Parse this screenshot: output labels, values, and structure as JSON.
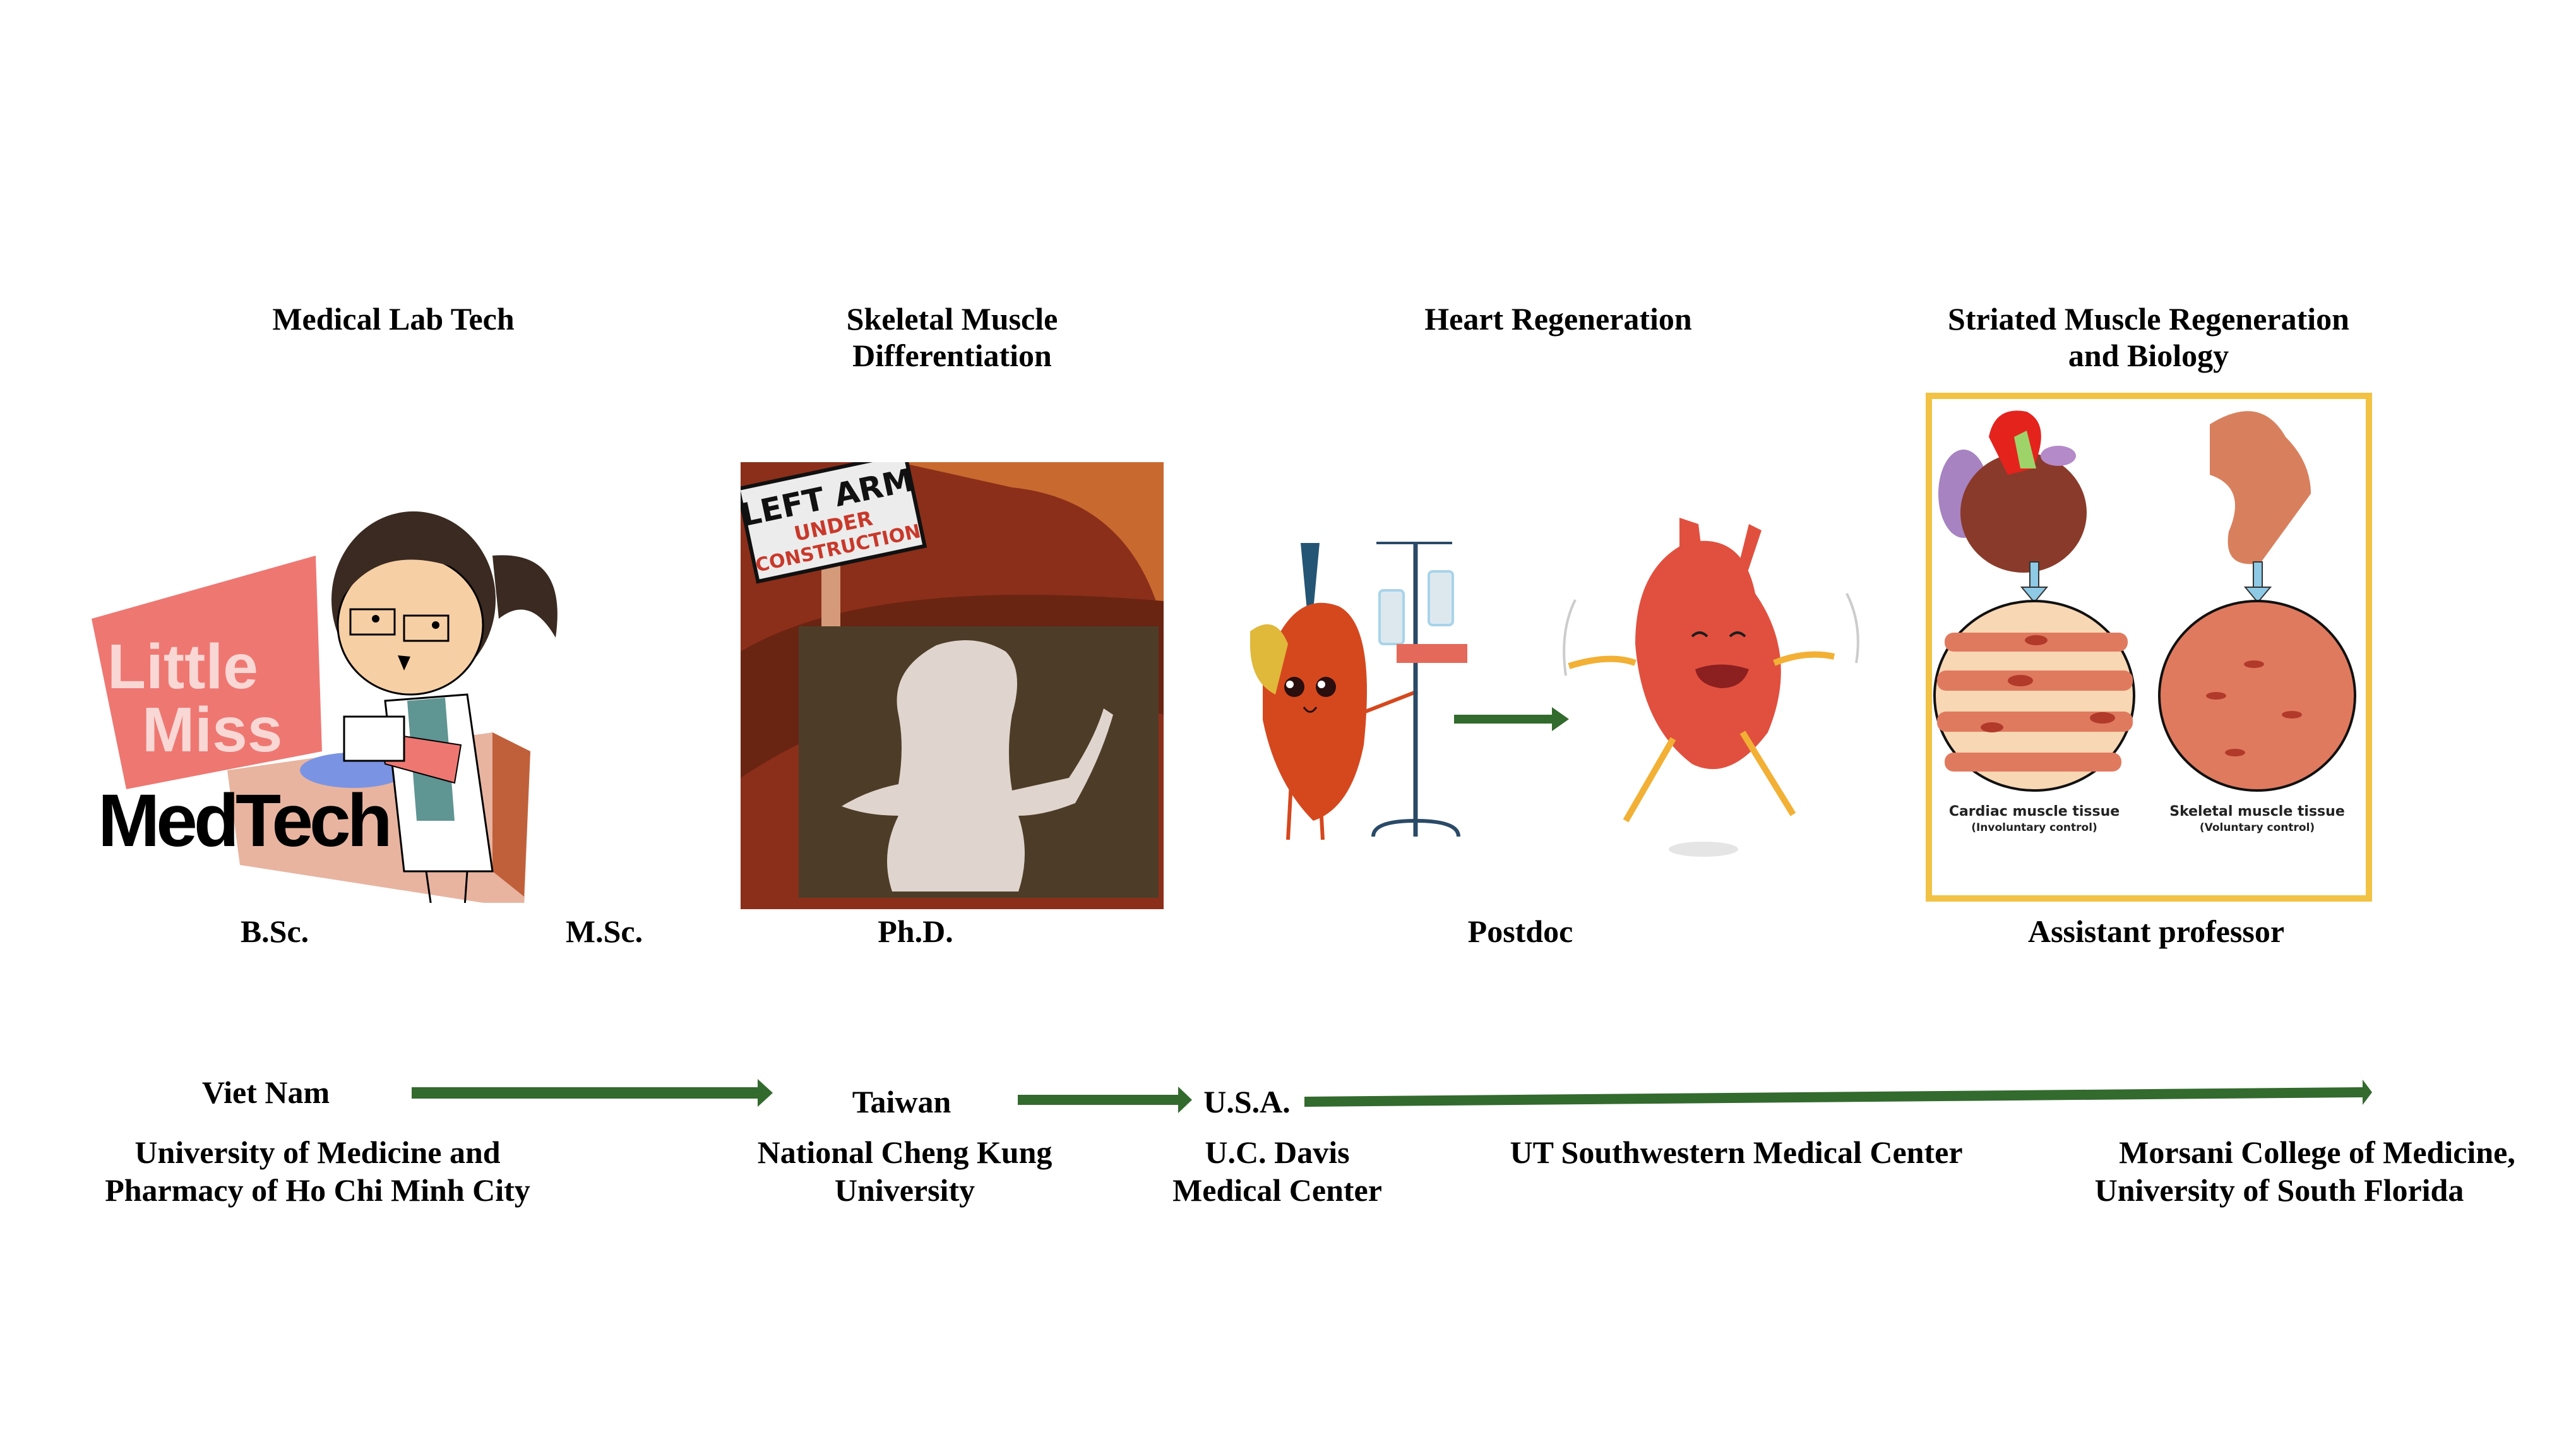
{
  "stages": [
    {
      "topic": "Medical Lab Tech",
      "topic_line2": ""
    },
    {
      "topic": "Skeletal Muscle",
      "topic_line2": "Differentiation"
    },
    {
      "topic": "Heart Regeneration",
      "topic_line2": ""
    },
    {
      "topic": "Striated Muscle Regeneration",
      "topic_line2": "and Biology"
    }
  ],
  "degrees": [
    "B.Sc.",
    "M.Sc.",
    "Ph.D.",
    "Postdoc",
    "Assistant professor"
  ],
  "countries": [
    "Viet Nam",
    "Taiwan",
    "U.S.A."
  ],
  "institutions": [
    {
      "line1": "University of Medicine and",
      "line2": "Pharmacy of Ho Chi Minh City"
    },
    {
      "line1": "National Cheng Kung",
      "line2": "University"
    },
    {
      "line1": "U.C. Davis",
      "line2": "Medical Center"
    },
    {
      "line1": "UT Southwestern Medical Center",
      "line2": ""
    },
    {
      "line1": "Morsani College of Medicine,",
      "line2": "University of South Florida"
    }
  ],
  "images": {
    "medtech": {
      "line1": "Little",
      "line2": "Miss",
      "line3": "MedTech"
    },
    "left_arm_sign": {
      "line1": "LEFT ARM",
      "line2": "UNDER",
      "line3": "CONSTRUCTION"
    },
    "muscle_box": {
      "cardiac_label": "Cardiac muscle tissue",
      "cardiac_sub": "(Involuntary control)",
      "skeletal_label": "Skeletal muscle tissue",
      "skeletal_sub": "(Voluntary control)"
    }
  },
  "colors": {
    "arrow": "#336a2e",
    "box_border": "#f2c244",
    "muscle": "#e07a5f"
  }
}
